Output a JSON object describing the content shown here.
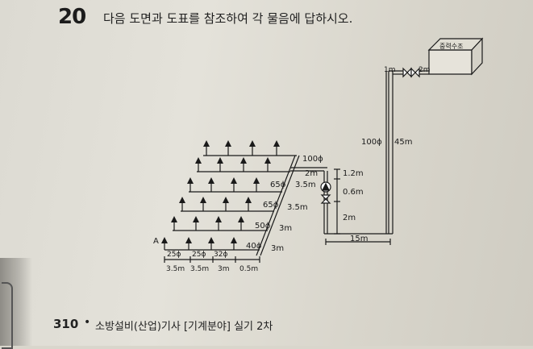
{
  "question": {
    "number": "20",
    "text": "다음 도면과 도표를 참조하여 각 물음에 답하시오."
  },
  "diagram": {
    "tank_label": "중력수조",
    "point_label": "A",
    "riser_labels": {
      "top_horizontal": "1m",
      "tank_link": "2m",
      "vertical_dia": "100ϕ",
      "vertical_len": "45m"
    },
    "pump_labels": {
      "main_dia": "100ϕ",
      "main_len": "2m",
      "gap_1": "1.2m",
      "gap_2": "0.6m",
      "gap_3": "2m",
      "bottom_len": "15m"
    },
    "branch_labels": [
      {
        "dia": "65ϕ",
        "len": "3.5m"
      },
      {
        "dia": "65ϕ",
        "len": "3.5m"
      },
      {
        "dia": "50ϕ",
        "len": "3m"
      },
      {
        "dia": "40ϕ",
        "len": "3m"
      }
    ],
    "bottom_pipes": [
      "25ϕ",
      "25ϕ",
      "32ϕ"
    ],
    "bottom_spacings": [
      "3.5m",
      "3.5m",
      "3m",
      "0.5m"
    ]
  },
  "footer": {
    "page": "310",
    "bullet": "•",
    "title": "소방설비(산업)기사 [기계분야] 실기 2차"
  }
}
